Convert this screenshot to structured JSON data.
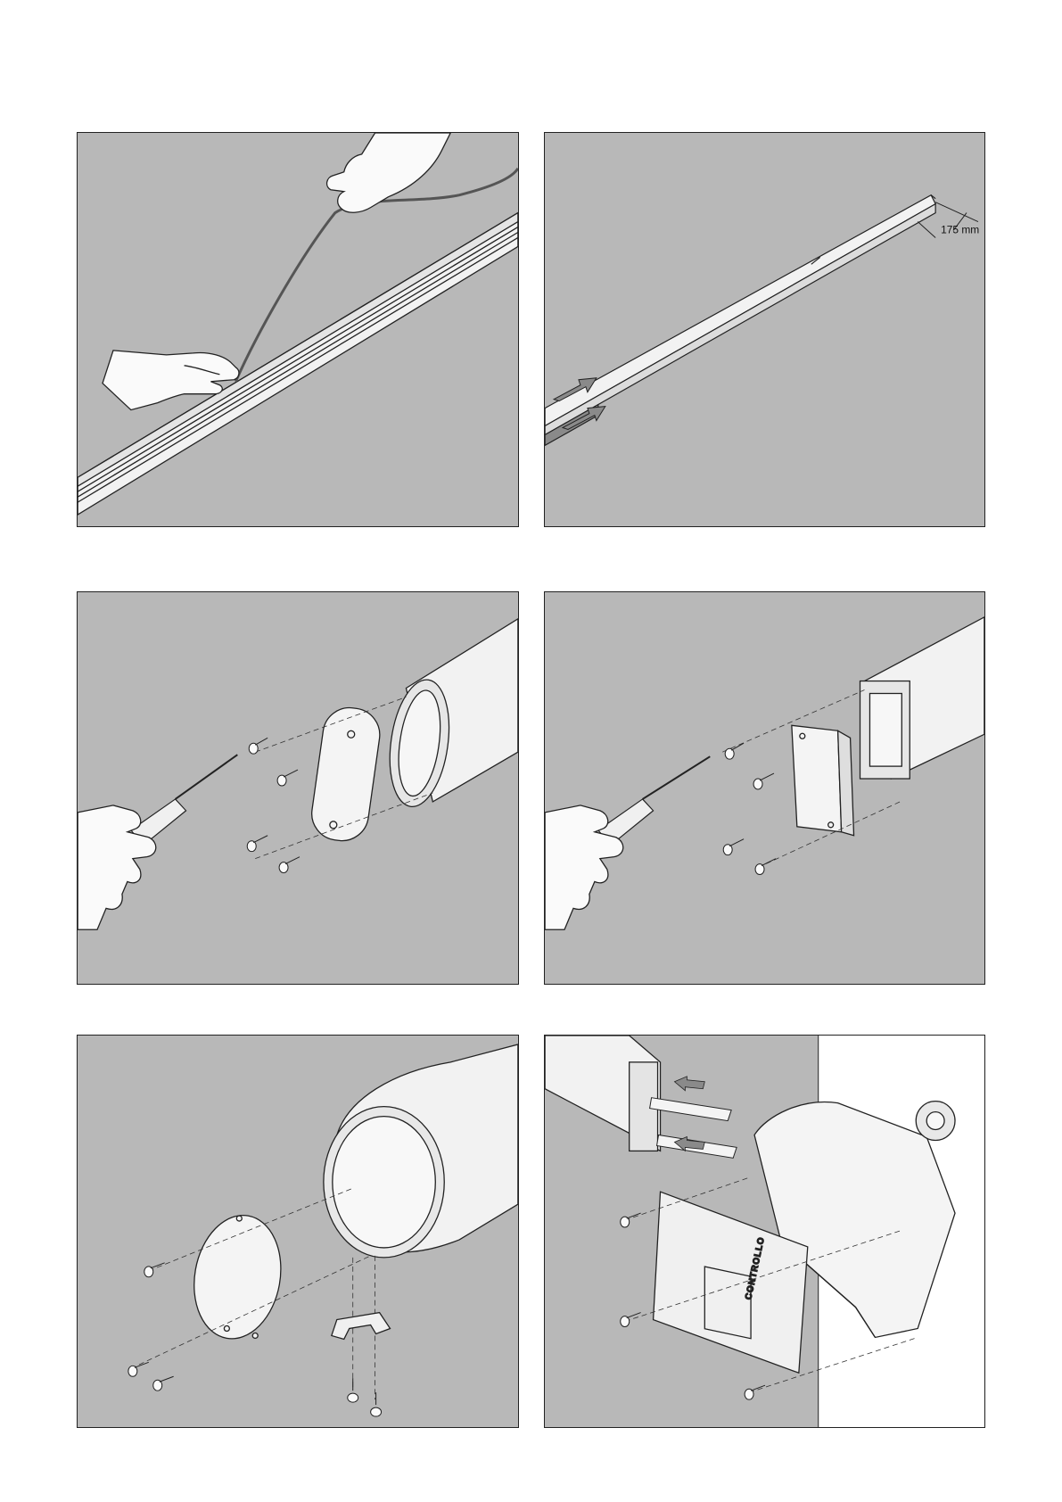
{
  "panels": [
    {
      "id": "step-1"
    },
    {
      "id": "step-2",
      "dimension_label": "175 mm"
    },
    {
      "id": "step-3"
    },
    {
      "id": "step-4"
    },
    {
      "id": "step-5"
    },
    {
      "id": "step-6",
      "brand_label": "CONTROLLO"
    }
  ],
  "colors": {
    "panel_background": "#b8b8b8",
    "line": "#222222",
    "part_fill": "#f2f2f2",
    "arrow_fill": "#8a8a8a"
  },
  "icons": [
    "hand-icon",
    "cable-icon",
    "screwdriver-icon",
    "screw-icon",
    "arrow-icon"
  ]
}
